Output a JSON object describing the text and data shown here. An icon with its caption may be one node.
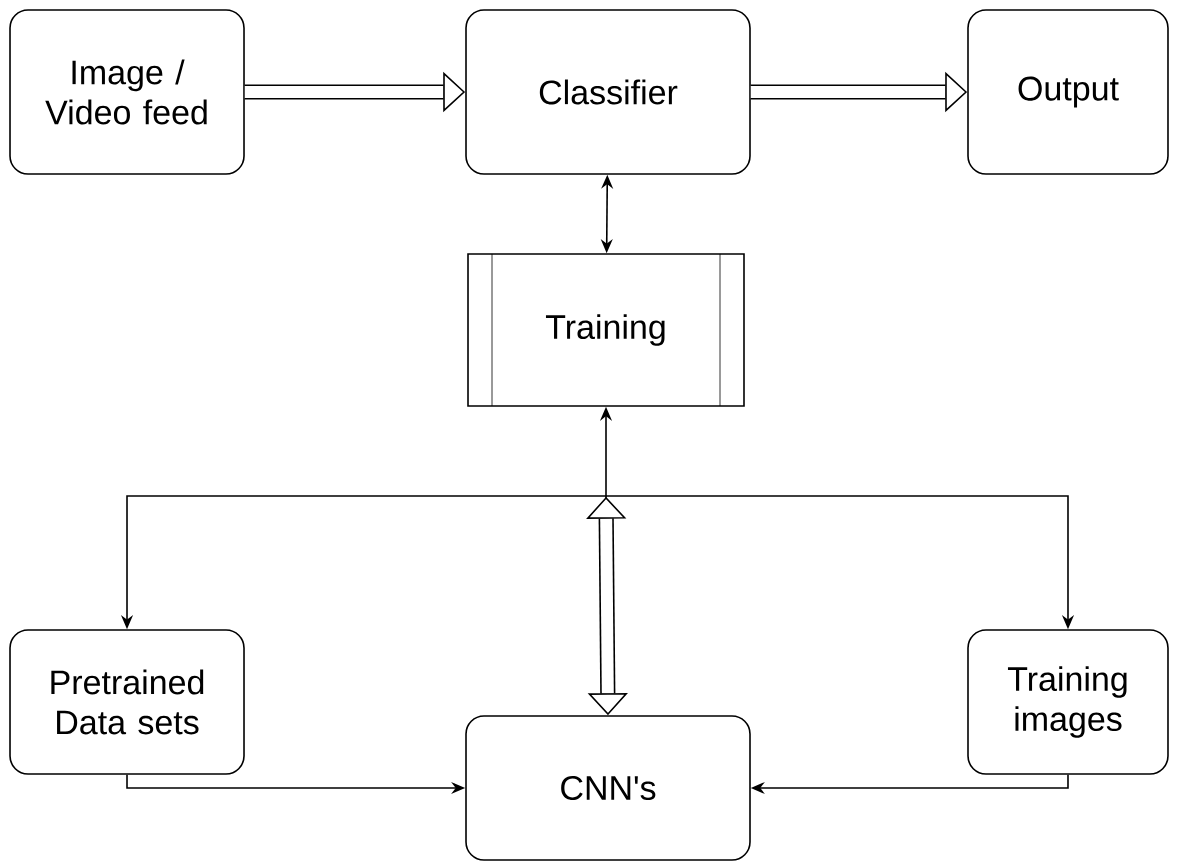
{
  "diagram": {
    "nodes": [
      {
        "text": [
          "Image / Video feed"
        ]
      },
      {
        "text": [
          "Classifier"
        ]
      },
      {
        "text": [
          "Output"
        ]
      },
      {
        "text": [
          "Training"
        ]
      },
      {
        "text": [
          "Pretrained Data sets"
        ]
      },
      {
        "text": [
          "CNN's"
        ]
      },
      {
        "text": [
          "Training images"
        ]
      }
    ],
    "edges": [
      {
        "from": 0,
        "to": 1,
        "arrow": "to",
        "style": "thick"
      },
      {
        "from": 1,
        "to": 2,
        "arrow": "to",
        "style": "thick"
      },
      {
        "from": 1,
        "to": 3,
        "arrow": "both"
      },
      {
        "from": 3,
        "to": 4,
        "arrow": "both"
      },
      {
        "from": 3,
        "to": 6,
        "arrow": "both"
      },
      {
        "from": 3,
        "to": 5,
        "arrow": "both",
        "style": "thick"
      },
      {
        "from": 4,
        "to": 5,
        "arrow": "to"
      },
      {
        "from": 6,
        "to": 5,
        "arrow": "to"
      }
    ]
  }
}
